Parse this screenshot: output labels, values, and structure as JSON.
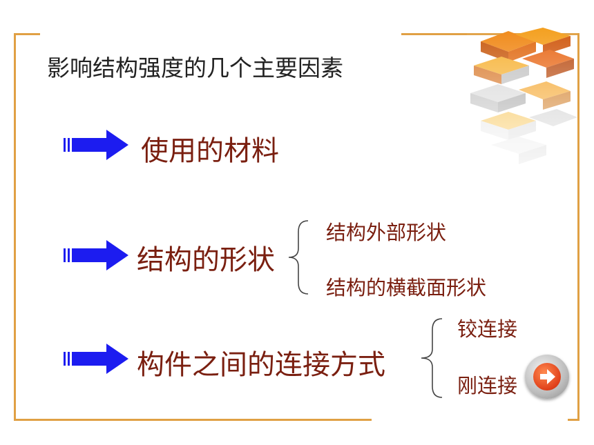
{
  "colors": {
    "frame": "#e0a044",
    "arrow": "#1c1cf0",
    "main_text": "#7a1f10",
    "title_text": "#222222",
    "next_button": "#e0401a"
  },
  "slide": {
    "title": "影响结构强度的几个主要因素",
    "factors": [
      {
        "label": "使用的材料",
        "sub_items": []
      },
      {
        "label": "结构的形状",
        "sub_items": [
          "结构外部形状",
          "结构的横截面形状"
        ]
      },
      {
        "label": "构件之间的连接方式",
        "sub_items": [
          "铰连接",
          "刚连接"
        ]
      }
    ]
  },
  "icons": {
    "bullet_arrow": "right-arrow-icon",
    "next_button": "next-arrow-icon",
    "decoration": "3d-blocks-decoration"
  }
}
